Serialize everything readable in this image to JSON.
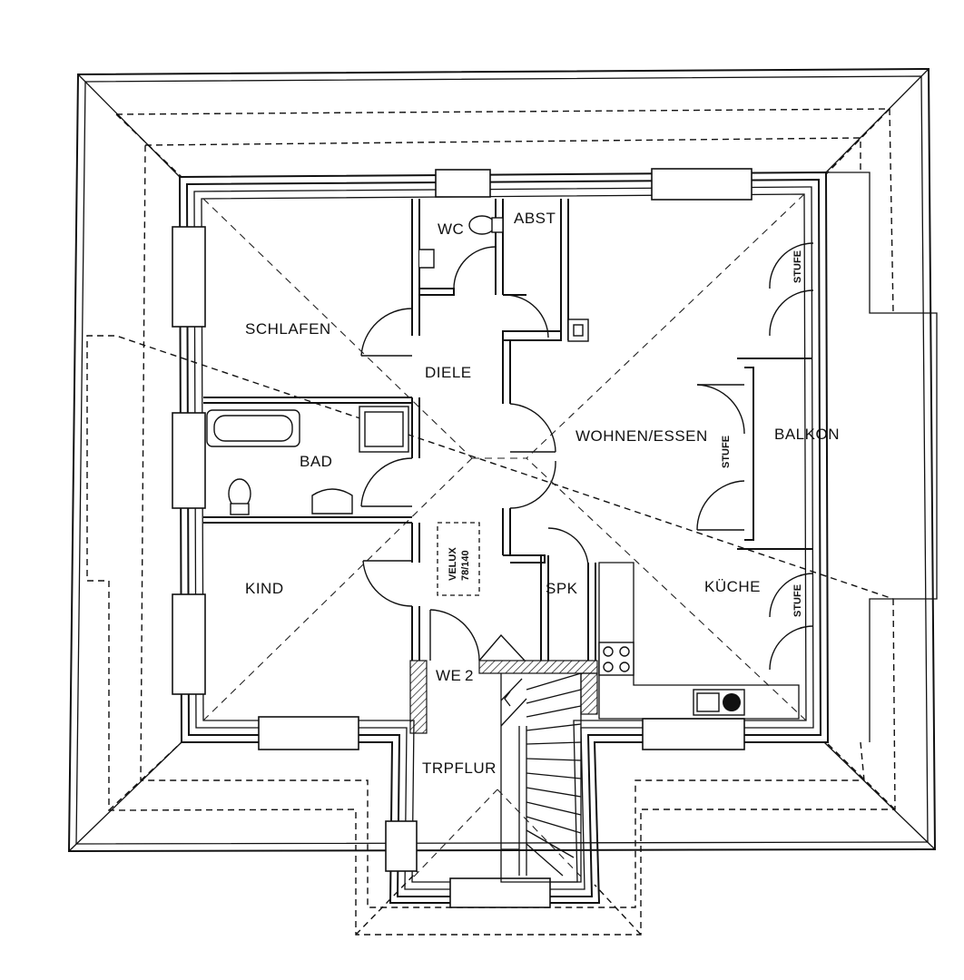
{
  "rooms": {
    "schlafen": "SCHLAFEN",
    "wc": "WC",
    "abst": "ABST",
    "diele": "DIELE",
    "wohnen_essen": "WOHNEN/ESSEN",
    "balkon": "BALKON",
    "bad": "BAD",
    "kind": "KIND",
    "spk": "SPK",
    "kueche": "KÜCHE",
    "we": "WE",
    "trpflur": "TRPFLUR"
  },
  "annotations": {
    "velux_line1": "VELUX",
    "velux_line2": "78/140",
    "stufe_top": "STUFE",
    "stufe_mid": "STUFE",
    "stufe_bottom": "STUFE",
    "we_number": "2"
  }
}
